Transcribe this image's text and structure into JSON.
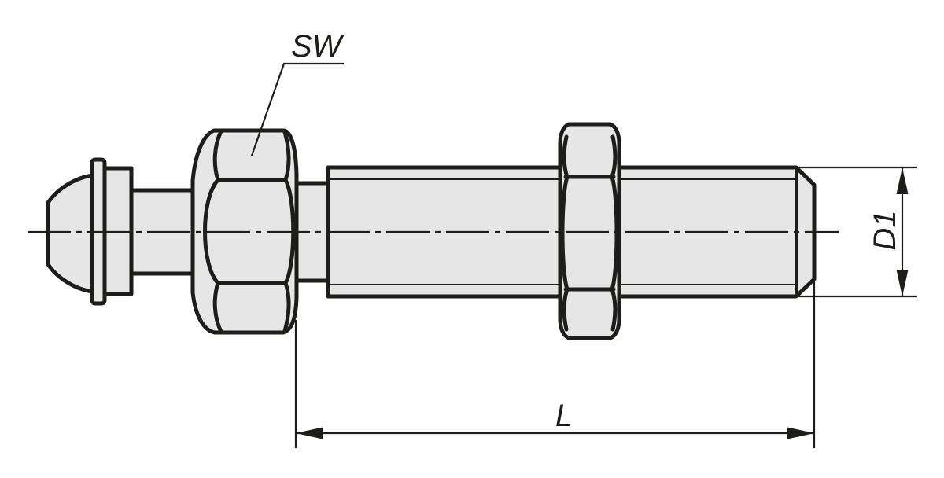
{
  "drawing": {
    "labels": {
      "sw": "SW",
      "d1": "D1",
      "l": "L"
    },
    "colors": {
      "part_fill": "#e6e6e6",
      "line_color": "#1d1d1b",
      "background": "#ffffff"
    }
  }
}
